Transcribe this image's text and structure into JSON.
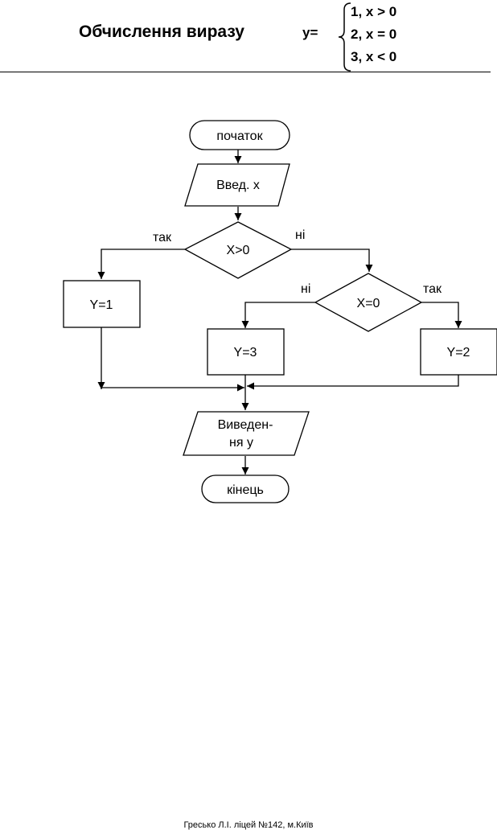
{
  "header": {
    "title": "Обчислення виразу",
    "y_equals": "y=",
    "cases": [
      "1, x > 0",
      "2, x = 0",
      "3, x < 0"
    ]
  },
  "flowchart": {
    "start": "початок",
    "input": "Введ. x",
    "decision1": "X>0",
    "decision1_yes": "так",
    "decision1_no": "ні",
    "decision2": "X=0",
    "decision2_yes": "так",
    "decision2_no": "ні",
    "assign_y1": "Y=1",
    "assign_y2": "Y=2",
    "assign_y3": "Y=3",
    "output_line1": "Виведен-",
    "output_line2": "ня y",
    "end": "кінець"
  },
  "footer": {
    "text": "Гресько Л.І. ліцей №142, м.Київ"
  }
}
